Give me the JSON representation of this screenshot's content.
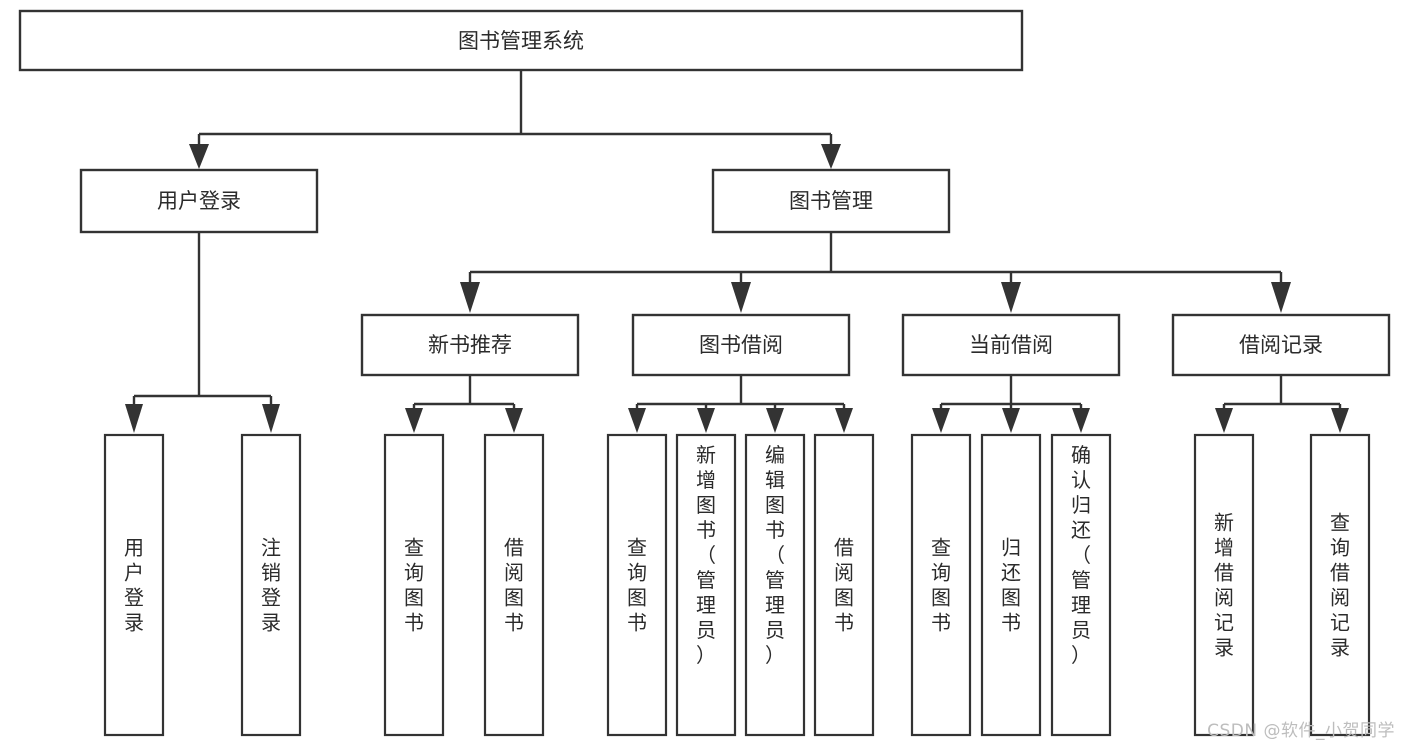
{
  "diagram": {
    "title": "图书管理系统",
    "type": "tree",
    "watermark": "CSDN @软件_小贺同学",
    "colors": {
      "stroke": "#333333",
      "fill": "#ffffff",
      "text": "#2b2b2b",
      "watermark": "#bdbdbd"
    },
    "root": {
      "label": "图书管理系统"
    },
    "level2": [
      {
        "label": "用户登录"
      },
      {
        "label": "图书管理"
      }
    ],
    "level3": [
      {
        "label": "新书推荐"
      },
      {
        "label": "图书借阅"
      },
      {
        "label": "当前借阅"
      },
      {
        "label": "借阅记录"
      }
    ],
    "leaves": {
      "user_login": [
        {
          "label": "用户登录"
        },
        {
          "label": "注销登录"
        }
      ],
      "new_book_recommend": [
        {
          "label": "查询图书"
        },
        {
          "label": "借阅图书"
        }
      ],
      "book_borrow": [
        {
          "label": "查询图书"
        },
        {
          "label": "新增图书（管理员）"
        },
        {
          "label": "编辑图书（管理员）"
        },
        {
          "label": "借阅图书"
        }
      ],
      "current_borrow": [
        {
          "label": "查询图书"
        },
        {
          "label": "归还图书"
        },
        {
          "label": "确认归还（管理员）"
        }
      ],
      "borrow_record": [
        {
          "label": "新增借阅记录"
        },
        {
          "label": "查询借阅记录"
        }
      ]
    }
  }
}
